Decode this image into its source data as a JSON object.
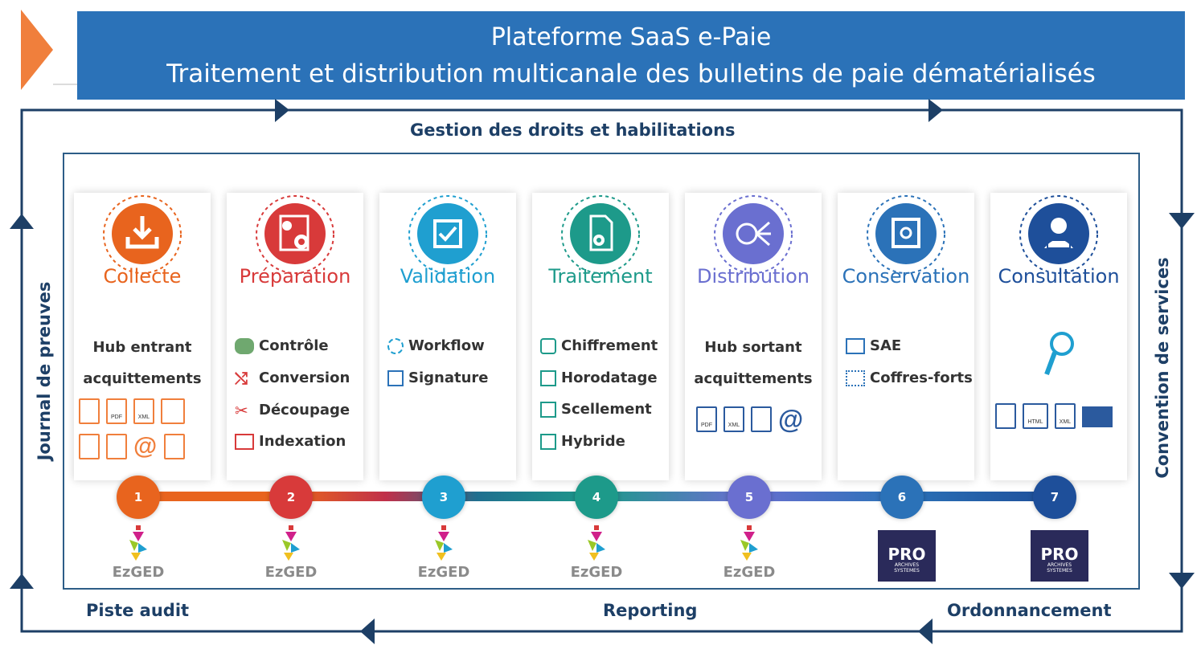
{
  "header": {
    "title_line1": "Plateforme SaaS e-Paie",
    "title_line2": "Traitement et distribution multicanale des bulletins de paie dématérialisés"
  },
  "rails": {
    "top": "Gestion des droits et habilitations",
    "left": "Journal de preuves",
    "right": "Convention de services",
    "bottom_left": "Piste audit",
    "bottom_center": "Reporting",
    "bottom_right": "Ordonnancement"
  },
  "steps": [
    {
      "number": "1",
      "title": "Collecte",
      "color": "#e8641e",
      "icon": "download-tray-icon",
      "text_lines": [
        "Hub entrant",
        "acquittements"
      ],
      "items": [],
      "logo_text": "EzGED"
    },
    {
      "number": "2",
      "title": "Préparation",
      "color": "#d83a3a",
      "icon": "data-gears-icon",
      "text_lines": [],
      "items": [
        "Contrôle",
        "Conversion",
        "Découpage",
        "Indexation"
      ],
      "logo_text": "EzGED"
    },
    {
      "number": "3",
      "title": "Validation",
      "color": "#1f9fd0",
      "icon": "checkbox-icon",
      "text_lines": [],
      "items": [
        "Workflow",
        "Signature"
      ],
      "logo_text": "EzGED"
    },
    {
      "number": "4",
      "title": "Traitement",
      "color": "#1d9a8a",
      "icon": "document-gear-icon",
      "text_lines": [],
      "items": [
        "Chiffrement",
        "Horodatage",
        "Scellement",
        "Hybride"
      ],
      "logo_text": "EzGED"
    },
    {
      "number": "5",
      "title": "Distribution",
      "color": "#6a6fd0",
      "icon": "broadcast-icon",
      "text_lines": [
        "Hub sortant",
        "acquittements"
      ],
      "items": [],
      "logo_text": "EzGED"
    },
    {
      "number": "6",
      "title": "Conservation",
      "color": "#2b72b8",
      "icon": "safe-icon",
      "text_lines": [],
      "items": [
        "SAE",
        "Coffres-forts"
      ],
      "logo_text": "PRO",
      "logo_sub": [
        "ARCHIVES",
        "SYSTEMES"
      ]
    },
    {
      "number": "7",
      "title": "Consultation",
      "color": "#1e4f9a",
      "icon": "user-screen-icon",
      "text_lines": [],
      "items": [],
      "logo_text": "PRO",
      "logo_sub": [
        "ARCHIVES",
        "SYSTEMES"
      ]
    }
  ],
  "file_labels": {
    "pdf": "PDF",
    "xml": "XML",
    "html": "HTML"
  }
}
